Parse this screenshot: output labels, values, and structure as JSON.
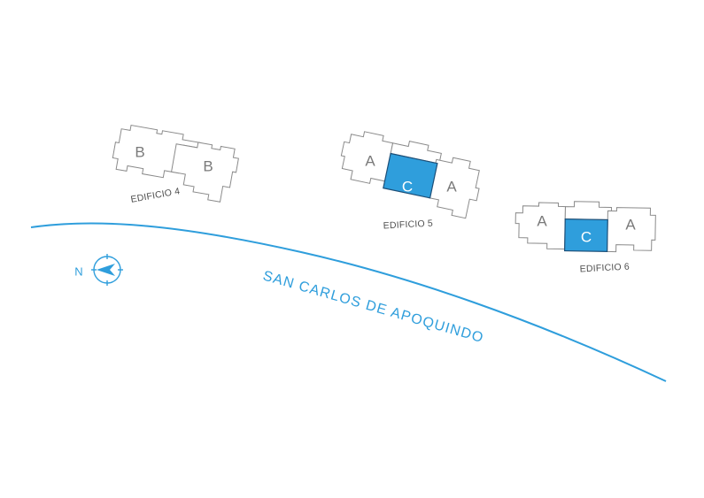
{
  "street": {
    "name": "SAN CARLOS DE APOQUINDO"
  },
  "compass": {
    "north_label": "N",
    "icon": "compass-icon",
    "color": "#2f9edc"
  },
  "accent_color": "#2f9edc",
  "buildings": [
    {
      "name": "EDIFICIO 4",
      "units": [
        {
          "label": "B",
          "selected": false
        },
        {
          "label": "B",
          "selected": false
        }
      ]
    },
    {
      "name": "EDIFICIO 5",
      "units": [
        {
          "label": "A",
          "selected": false
        },
        {
          "label": "C",
          "selected": true
        },
        {
          "label": "A",
          "selected": false
        }
      ]
    },
    {
      "name": "EDIFICIO 6",
      "units": [
        {
          "label": "A",
          "selected": false
        },
        {
          "label": "C",
          "selected": true
        },
        {
          "label": "A",
          "selected": false
        }
      ]
    }
  ]
}
